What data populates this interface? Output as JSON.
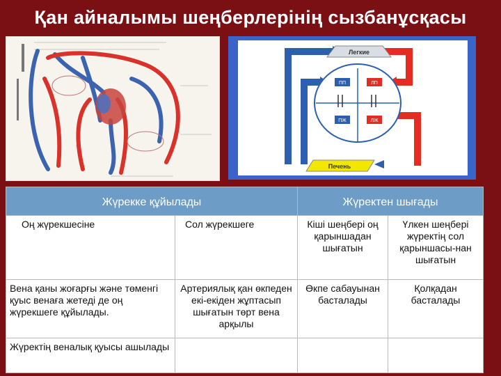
{
  "title": "Қан айналымы шеңберлерінің сызбанұсқасы",
  "schema": {
    "top_label": "Легкие",
    "bottom_label": "Печень",
    "chambers": [
      "ПП",
      "ЛП",
      "ПЖ",
      "ЛЖ"
    ]
  },
  "table": {
    "header": {
      "left": "Жүрекке құйылады",
      "right": "Жүректен шығады"
    },
    "row1": {
      "c1": "Оң жүрекшесіне",
      "c2": "Сол жүрекшеге",
      "c3": "Кіші шеңбері оң қарыншадан шығатын",
      "c4": "Үлкен шеңбері жүректің сол қарыншасы-нан шығатын"
    },
    "row2": {
      "c1": "Вена қаны жоғарғы және төменгі қуыс венаға жетеді де оң жүрекшеге құйылады.",
      "c2": "Артериялық қан өкпеден екі-екіден жұптасып шығатын төрт вена арқылы",
      "c3": "Өкпе сабауынан басталады",
      "c4": "Қолқадан басталады"
    },
    "row3": {
      "c1": "Жүректің веналық қуысы ашылады",
      "c2": "",
      "c3": "",
      "c4": ""
    }
  },
  "colors": {
    "background": "#7a0f14",
    "header_fill": "#6d9cc6",
    "arterial": "#e02a22",
    "venous": "#2a55a8"
  }
}
